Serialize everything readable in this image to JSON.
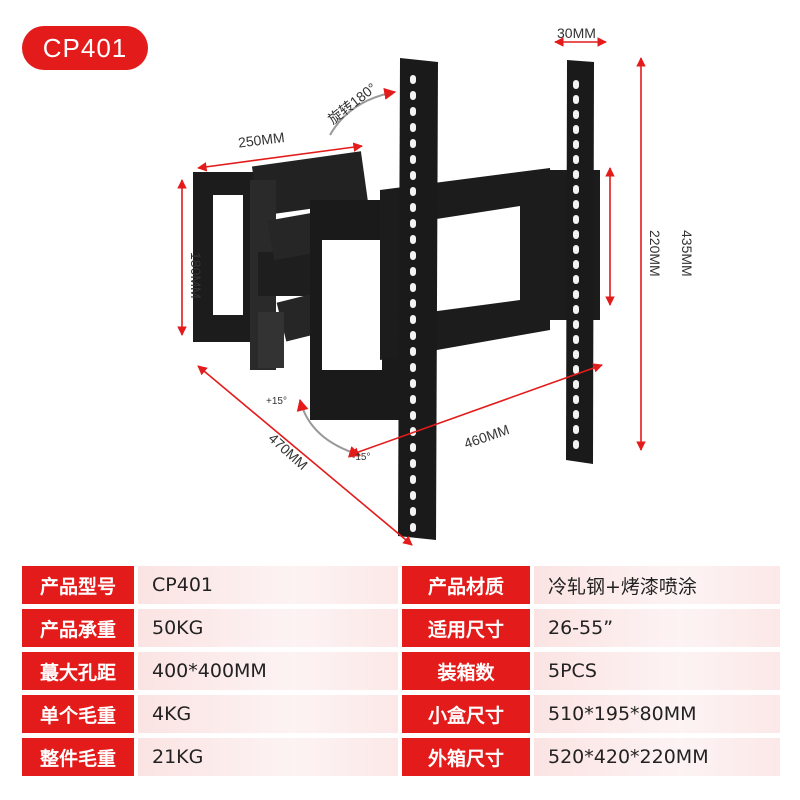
{
  "badge": "CP401",
  "dimensions": {
    "width_30": "30MM",
    "rotate": "旋转180°",
    "arm_250": "250MM",
    "height_180": "180MM",
    "height_220": "220MM",
    "height_435": "435MM",
    "tilt_up": "+15°",
    "tilt_down": "-15°",
    "width_460": "460MM",
    "extend_470": "470MM"
  },
  "colors": {
    "accent": "#e41b1b",
    "metal": "#1c1c1c"
  },
  "specs": [
    {
      "label": "产品型号",
      "value": "CP401",
      "label2": "产品材质",
      "value2": "冷轧钢+烤漆喷涂"
    },
    {
      "label": "产品承重",
      "value": "50KG",
      "label2": "适用尺寸",
      "value2": "26-55”"
    },
    {
      "label": "蕞大孔距",
      "value": "400*400MM",
      "label2": "装箱数",
      "value2": "5PCS"
    },
    {
      "label": "单个毛重",
      "value": "4KG",
      "label2": "小盒尺寸",
      "value2": "510*195*80MM"
    },
    {
      "label": "整件毛重",
      "value": "21KG",
      "label2": "外箱尺寸",
      "value2": "520*420*220MM"
    }
  ]
}
